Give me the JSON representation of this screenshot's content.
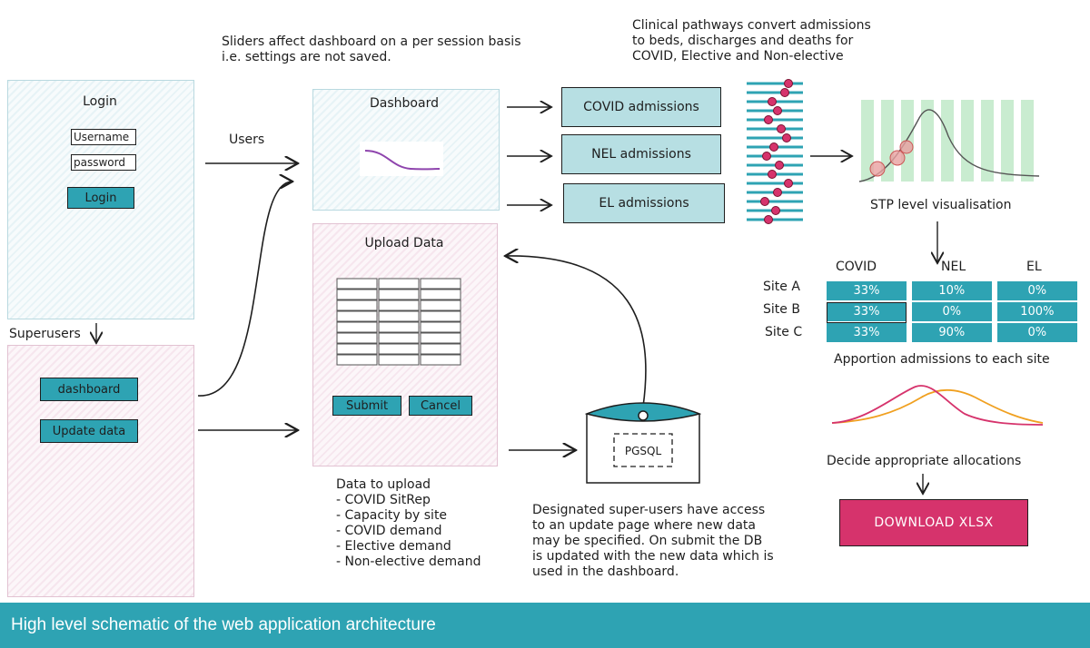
{
  "notes": {
    "sliders": "Sliders affect dashboard on a per session basis\ni.e. settings are not saved.",
    "pathways": "Clinical pathways convert admissions\nto beds, discharges and deaths for\nCOVID, Elective and Non-elective",
    "stp_vis": "STP level visualisation",
    "apportion": "Apportion admissions to each site",
    "decide": "Decide appropriate allocations",
    "data_to_upload": "Data to upload\n- COVID SitRep\n- Capacity by site\n- COVID demand\n- Elective demand\n- Non-elective demand",
    "superusers_desc": "Designated super-users have access\nto an update page where new data\nmay be specified. On submit the DB\nis updated with the new data which is\nused in the dashboard."
  },
  "login": {
    "title": "Login",
    "username": "Username",
    "password": "password",
    "button": "Login"
  },
  "labels": {
    "users": "Users",
    "superusers": "Superusers"
  },
  "superuser_panel": {
    "dashboard": "dashboard",
    "update_data": "Update data"
  },
  "dashboard": {
    "title": "Dashboard"
  },
  "upload": {
    "title": "Upload Data",
    "submit": "Submit",
    "cancel": "Cancel",
    "grid_rows": 8,
    "grid_cols": 3
  },
  "db": {
    "label": "PGSQL"
  },
  "admissions": [
    "COVID admissions",
    "NEL admissions",
    "EL admissions"
  ],
  "allocation": {
    "headers": [
      "COVID",
      "NEL",
      "EL"
    ],
    "rows": [
      {
        "site": "Site A",
        "values": [
          "33%",
          "10%",
          "0%"
        ]
      },
      {
        "site": "Site B",
        "values": [
          "33%",
          "0%",
          "100%"
        ]
      },
      {
        "site": "Site C",
        "values": [
          "33%",
          "90%",
          "0%"
        ]
      }
    ]
  },
  "download": {
    "label": "DOWNLOAD XLSX"
  },
  "caption": "High level schematic of the web application architecture",
  "colors": {
    "teal": "#2ea3b3",
    "magenta": "#d6336c",
    "purple": "#8e44ad",
    "orange": "#f0a020",
    "green_light": "#c9ecd0"
  }
}
